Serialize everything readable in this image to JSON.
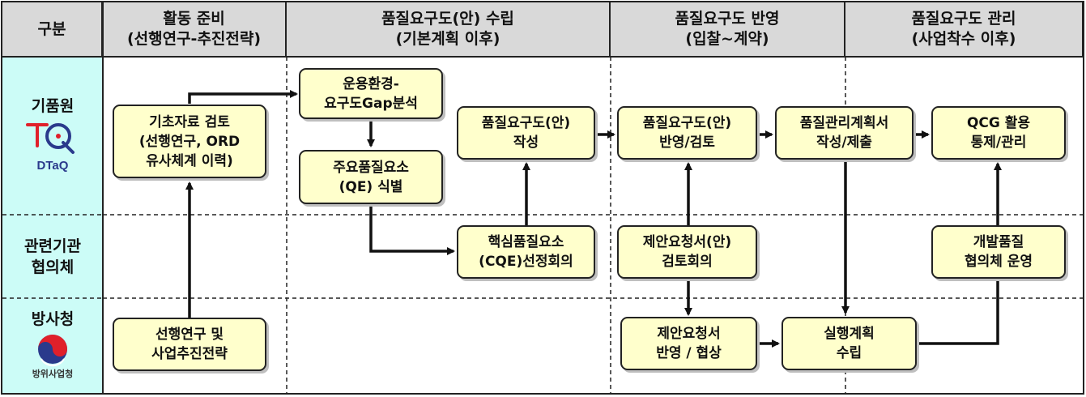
{
  "header": {
    "category_label": "구분",
    "columns": [
      {
        "line1": "활동 준비",
        "line2": "(선행연구-추진전략)"
      },
      {
        "line1": "품질요구도(안) 수립",
        "line2": "(기본계획 이후)"
      },
      {
        "line1": "품질요구도 반영",
        "line2": "(입찰~계약)"
      },
      {
        "line1": "품질요구도 관리",
        "line2": "(사업착수 이후)"
      }
    ]
  },
  "lanes": {
    "dtaq": {
      "label": "기품원",
      "logo_text": "DTaQ"
    },
    "council": {
      "line1": "관련기관",
      "line2": "협의체"
    },
    "dapa": {
      "label": "방사청",
      "logo_text": "방위사업청"
    }
  },
  "boxes": {
    "basic_review": {
      "line1": "기초자료 검토",
      "line2": "(선행연구, ORD",
      "line3": "유사체계 이력)"
    },
    "env_gap": {
      "line1": "운용환경-",
      "line2": "요구도Gap분석"
    },
    "qe_identify": {
      "line1": "주요품질요소",
      "line2": "(QE) 식별"
    },
    "qr_draft": {
      "line1": "품질요구도(안)",
      "line2": "작성"
    },
    "cqe_meeting": {
      "line1": "핵심품질요소",
      "line2": "(CQE)선정회의"
    },
    "qr_reflect": {
      "line1": "품질요구도(안)",
      "line2": "반영/검토"
    },
    "rfp_review": {
      "line1": "제안요청서(안)",
      "line2": "검토회의"
    },
    "rfp_reflect": {
      "line1": "제안요청서",
      "line2": "반영 / 협상"
    },
    "qmp_submit": {
      "line1": "품질관리계획서",
      "line2": "작성/제출"
    },
    "exec_plan": {
      "line1": "실행계획",
      "line2": "수립"
    },
    "qcg_use": {
      "line1": "QCG 활용",
      "line2": "통제/관리"
    },
    "dev_council": {
      "line1": "개발품질",
      "line2": "협의체 운영"
    },
    "prior_study": {
      "line1": "선행연구 및",
      "line2": "사업추진전략"
    }
  },
  "colors": {
    "header_bg": "#d9d9d9",
    "lane_bg": "#ccfcf7",
    "box_bg": "#ffffcc",
    "logo_red": "#e0202a",
    "logo_blue": "#2a3a8c"
  }
}
